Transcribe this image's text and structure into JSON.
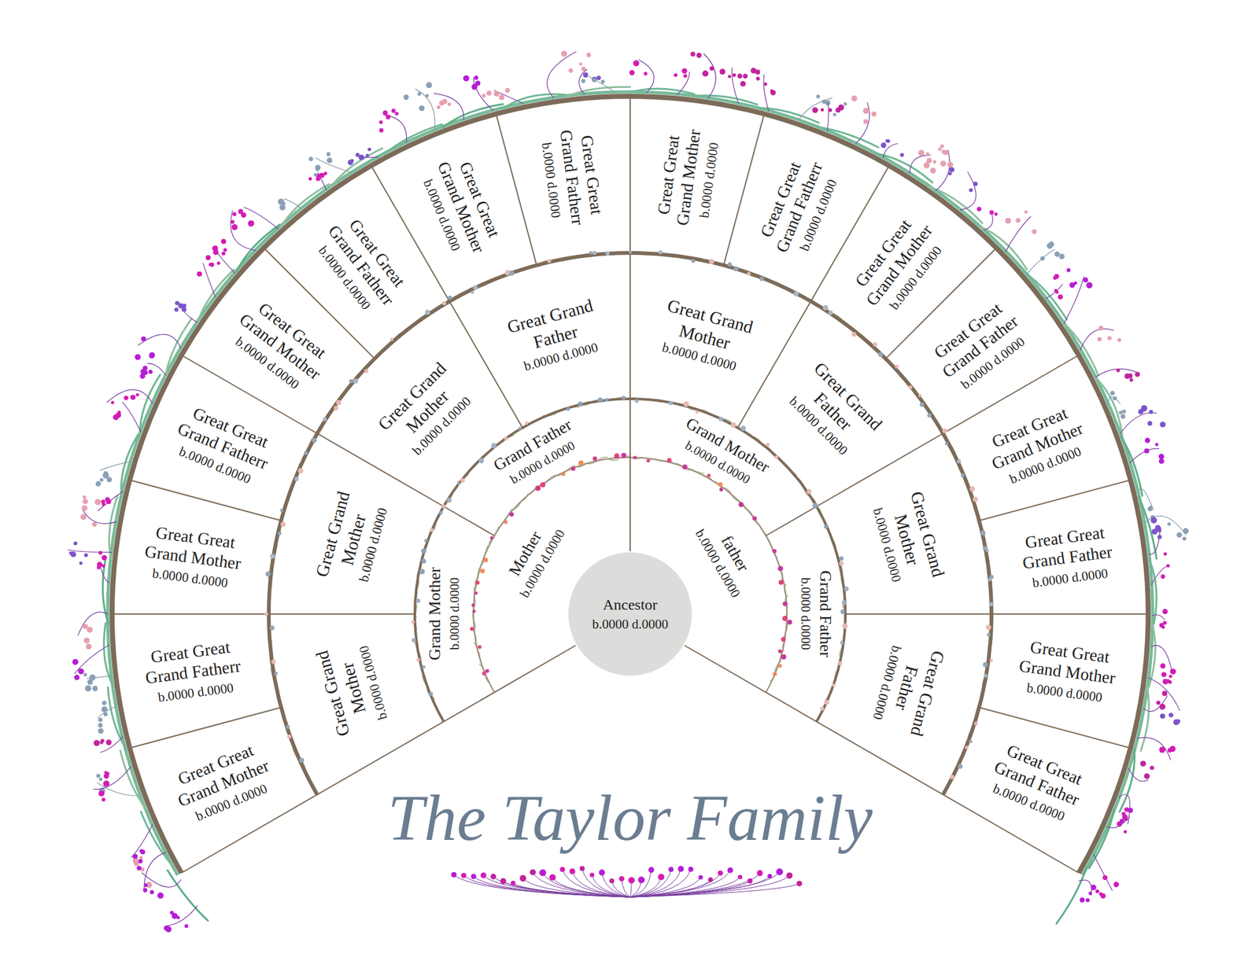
{
  "diagram": {
    "title": "The Taylor Family",
    "nodes": [
      {
        "text": [
          "Ancestor",
          "b.0000 d.0000"
        ]
      },
      {
        "text": [
          "Mother",
          "b.0000 d.0000"
        ]
      },
      {
        "text": [
          "father",
          "b.0000 d.0000"
        ]
      },
      {
        "text": [
          "Grand Mother",
          "b.0000 d.0000"
        ]
      },
      {
        "text": [
          "Grand Father",
          "b.0000 d.0000"
        ]
      },
      {
        "text": [
          "Grand Mother",
          "b.0000 d.0000"
        ]
      },
      {
        "text": [
          "Grand Father",
          "b.0000 d.0000"
        ]
      },
      {
        "text": [
          "Great Grand Mother",
          "b.0000 d.0000"
        ]
      },
      {
        "text": [
          "Great Grand Mother",
          "b.0000 d.0000"
        ]
      },
      {
        "text": [
          "Great Grand Mother",
          "b.0000 d.0000"
        ]
      },
      {
        "text": [
          "Great Grand Father",
          "b.0000 d.0000"
        ]
      },
      {
        "text": [
          "Great Grand Mother",
          "b.0000 d.0000"
        ]
      },
      {
        "text": [
          "Great Grand Father",
          "b.0000 d.0000"
        ]
      },
      {
        "text": [
          "Great Grand Mother",
          "b.0000 d.0000"
        ]
      },
      {
        "text": [
          "Great Grand Father",
          "b.0000 d.0000"
        ]
      },
      {
        "text": [
          "Great Great Grand Mother",
          "b.0000 d.0000"
        ]
      },
      {
        "text": [
          "Great Great Grand Fatherr",
          "b.0000 d.0000"
        ]
      },
      {
        "text": [
          "Great Great Grand Mother",
          "b.0000 d.0000"
        ]
      },
      {
        "text": [
          "Great Great Grand Fatherr",
          "b.0000 d.0000"
        ]
      },
      {
        "text": [
          "Great Great Grand Mother",
          "b.0000 d.0000"
        ]
      },
      {
        "text": [
          "Great Great Grand Fatherr",
          "b.0000 d.0000"
        ]
      },
      {
        "text": [
          "Great Great Grand Mother",
          "b.0000 d.0000"
        ]
      },
      {
        "text": [
          "Great Great Grand Fatherr",
          "b.0000 d.0000"
        ]
      },
      {
        "text": [
          "Great Great Grand Mother",
          "b.0000 d.0000"
        ]
      },
      {
        "text": [
          "Great Great Grand Fatherr",
          "b.0000 d.0000"
        ]
      },
      {
        "text": [
          "Great Great Grand Mother",
          "b.0000 d.0000"
        ]
      },
      {
        "text": [
          "Great Great Grand Father",
          "b.0000 d.0000"
        ]
      },
      {
        "text": [
          "Great Great Grand Mother",
          "b.0000 d.0000"
        ]
      },
      {
        "text": [
          "Great Great Grand Father",
          "b.0000 d.0000"
        ]
      },
      {
        "text": [
          "Great Great Grand Mother",
          "b.0000 d.0000"
        ]
      },
      {
        "text": [
          "Great Great Grand Father",
          "b.0000 d.0000"
        ]
      }
    ]
  }
}
